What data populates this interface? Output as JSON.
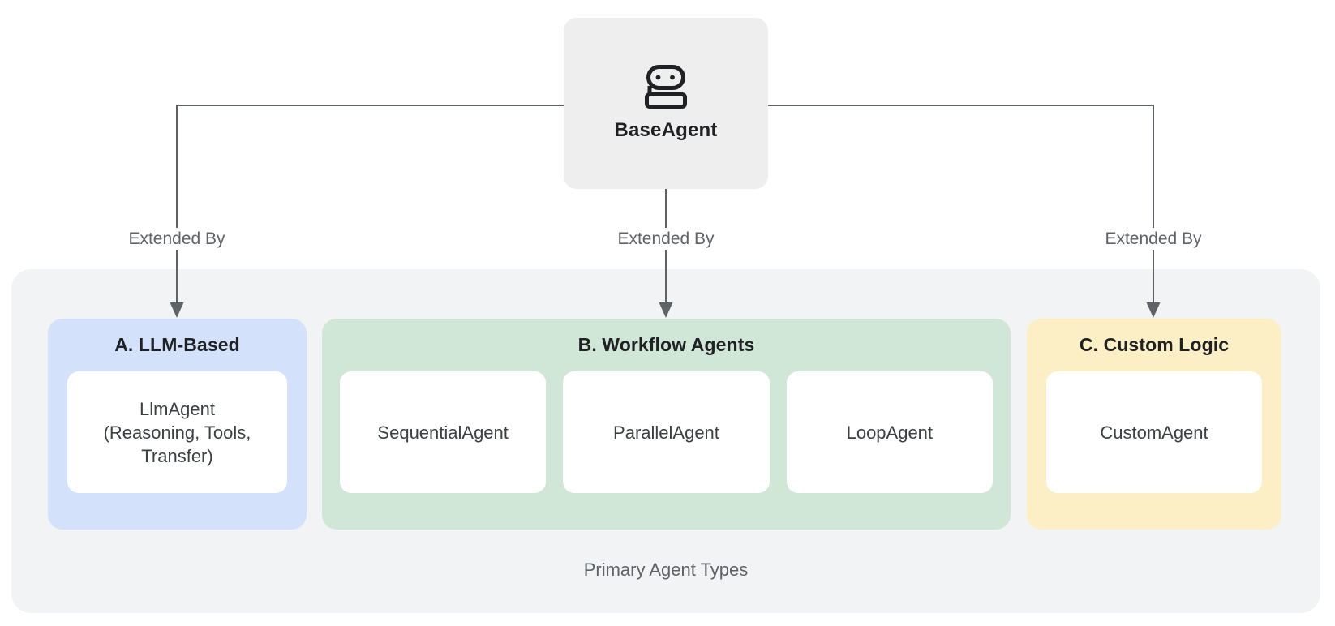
{
  "diagram": {
    "root": {
      "label": "BaseAgent",
      "icon": "robot-icon"
    },
    "edges": {
      "left_label": "Extended By",
      "middle_label": "Extended By",
      "right_label": "Extended By"
    },
    "container": {
      "caption": "Primary Agent Types"
    },
    "groups": [
      {
        "title": "A. LLM-Based",
        "color": "#d3e1fb",
        "cards": [
          {
            "lines": [
              "LlmAgent",
              "(Reasoning, Tools,",
              "Transfer)"
            ]
          }
        ]
      },
      {
        "title": "B. Workflow Agents",
        "color": "#d0e7d7",
        "cards": [
          {
            "lines": [
              "SequentialAgent"
            ]
          },
          {
            "lines": [
              "ParallelAgent"
            ]
          },
          {
            "lines": [
              "LoopAgent"
            ]
          }
        ]
      },
      {
        "title": "C. Custom Logic",
        "color": "#fcefc5",
        "cards": [
          {
            "lines": [
              "CustomAgent"
            ]
          }
        ]
      }
    ],
    "colors": {
      "root_box_bg": "#eeeeee",
      "container_bg": "#f1f3f4",
      "card_bg": "#ffffff",
      "connector": "#5f6368",
      "title_text": "#202124",
      "card_text": "#3c4043",
      "muted_text": "#5f6368"
    }
  }
}
